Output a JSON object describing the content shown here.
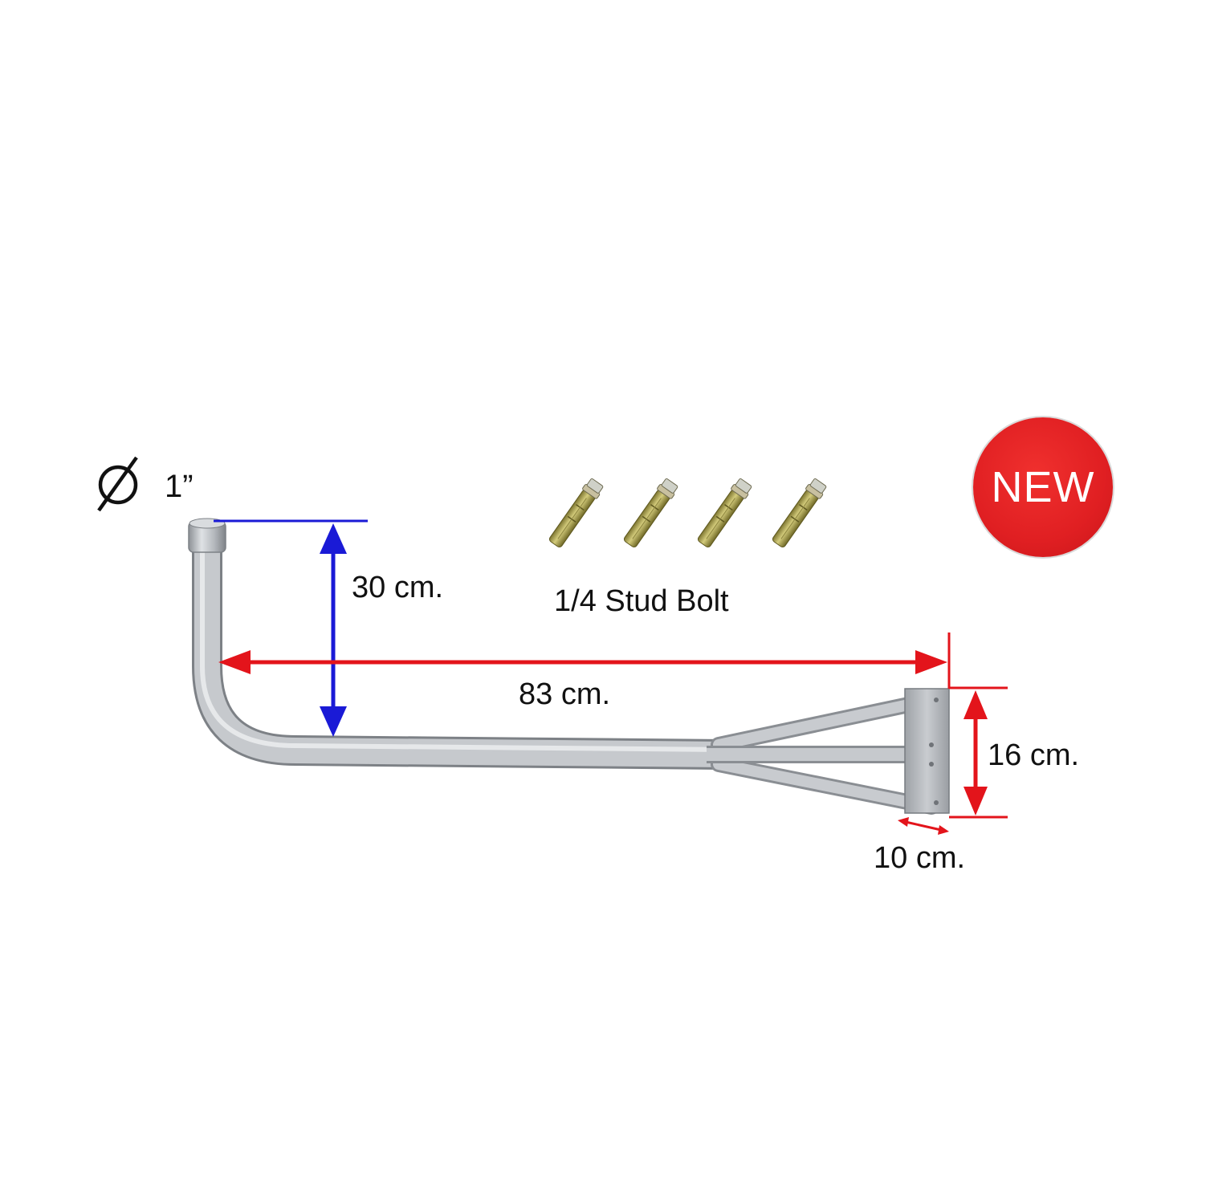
{
  "diagram": {
    "diameter_value": "1”",
    "height_label": "30 cm.",
    "length_label": "83 cm.",
    "plate_height_label": "16 cm.",
    "plate_width_label": "10 cm.",
    "bolts_label": "1/4 Stud Bolt",
    "badge_text": "NEW"
  },
  "colors": {
    "dimension_red": "#e3141b",
    "dimension_blue": "#1a1ad6",
    "pipe": "#b4b8be",
    "bolt": "#b7ae5a",
    "badge": "#e01f22"
  },
  "icons": [
    "diameter-icon",
    "stud-bolt-icon"
  ]
}
